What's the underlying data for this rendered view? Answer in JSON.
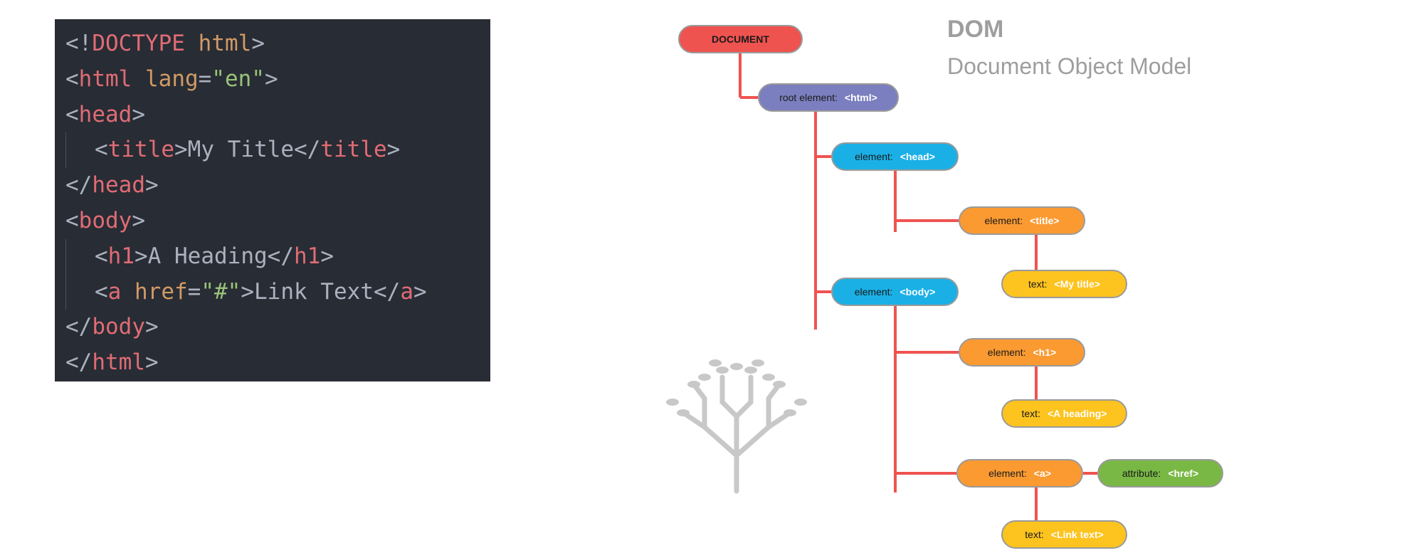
{
  "code": {
    "lines": [
      {
        "indented": false,
        "tokens": [
          [
            "punct",
            "<!"
          ],
          [
            "tag",
            "DOCTYPE"
          ],
          [
            "text",
            " "
          ],
          [
            "attr",
            "html"
          ],
          [
            "punct",
            ">"
          ]
        ]
      },
      {
        "indented": false,
        "tokens": [
          [
            "punct",
            "<"
          ],
          [
            "tag",
            "html"
          ],
          [
            "text",
            " "
          ],
          [
            "attr",
            "lang"
          ],
          [
            "punct",
            "="
          ],
          [
            "str",
            "\"en\""
          ],
          [
            "punct",
            ">"
          ]
        ]
      },
      {
        "indented": false,
        "tokens": [
          [
            "punct",
            "<"
          ],
          [
            "tag",
            "head"
          ],
          [
            "punct",
            ">"
          ]
        ]
      },
      {
        "indented": true,
        "tokens": [
          [
            "punct",
            "<"
          ],
          [
            "tag",
            "title"
          ],
          [
            "punct",
            ">"
          ],
          [
            "text",
            "My Title"
          ],
          [
            "punct",
            "</"
          ],
          [
            "tag",
            "title"
          ],
          [
            "punct",
            ">"
          ]
        ]
      },
      {
        "indented": false,
        "tokens": [
          [
            "punct",
            "</"
          ],
          [
            "tag",
            "head"
          ],
          [
            "punct",
            ">"
          ]
        ]
      },
      {
        "indented": false,
        "tokens": [
          [
            "punct",
            "<"
          ],
          [
            "tag",
            "body"
          ],
          [
            "punct",
            ">"
          ]
        ]
      },
      {
        "indented": true,
        "tokens": [
          [
            "punct",
            "<"
          ],
          [
            "tag",
            "h1"
          ],
          [
            "punct",
            ">"
          ],
          [
            "text",
            "A Heading"
          ],
          [
            "punct",
            "</"
          ],
          [
            "tag",
            "h1"
          ],
          [
            "punct",
            ">"
          ]
        ]
      },
      {
        "indented": true,
        "tokens": [
          [
            "punct",
            "<"
          ],
          [
            "tag",
            "a"
          ],
          [
            "text",
            " "
          ],
          [
            "attr",
            "href"
          ],
          [
            "punct",
            "="
          ],
          [
            "str",
            "\"#\""
          ],
          [
            "punct",
            ">"
          ],
          [
            "text",
            "Link Text"
          ],
          [
            "punct",
            "</"
          ],
          [
            "tag",
            "a"
          ],
          [
            "punct",
            ">"
          ]
        ]
      },
      {
        "indented": false,
        "tokens": [
          [
            "punct",
            "</"
          ],
          [
            "tag",
            "body"
          ],
          [
            "punct",
            ">"
          ]
        ]
      },
      {
        "indented": false,
        "tokens": [
          [
            "punct",
            "</"
          ],
          [
            "tag",
            "html"
          ],
          [
            "punct",
            ">"
          ]
        ]
      }
    ]
  },
  "dom": {
    "title": "DOM",
    "subtitle": "Document Object Model",
    "colors": {
      "document": "#ef5350",
      "root": "#7b7fbf",
      "element_blue": "#1ab0e6",
      "element_orange": "#fb9a31",
      "text_yellow": "#fdc31f",
      "attribute_green": "#79b845",
      "connector": "#ef5350",
      "tree_icon": "#c8c8c8"
    },
    "nodes": {
      "document": {
        "kind": "",
        "value": "DOCUMENT"
      },
      "html": {
        "kind": "root element:",
        "value": "<html>"
      },
      "head": {
        "kind": "element:",
        "value": "<head>"
      },
      "title": {
        "kind": "element:",
        "value": "<title>"
      },
      "title_text": {
        "kind": "text:",
        "value": "<My title>"
      },
      "body": {
        "kind": "element:",
        "value": "<body>"
      },
      "h1": {
        "kind": "element:",
        "value": "<h1>"
      },
      "h1_text": {
        "kind": "text:",
        "value": "<A heading>"
      },
      "a": {
        "kind": "element:",
        "value": "<a>"
      },
      "href": {
        "kind": "attribute:",
        "value": "<href>"
      },
      "a_text": {
        "kind": "text:",
        "value": "<Link text>"
      }
    }
  }
}
